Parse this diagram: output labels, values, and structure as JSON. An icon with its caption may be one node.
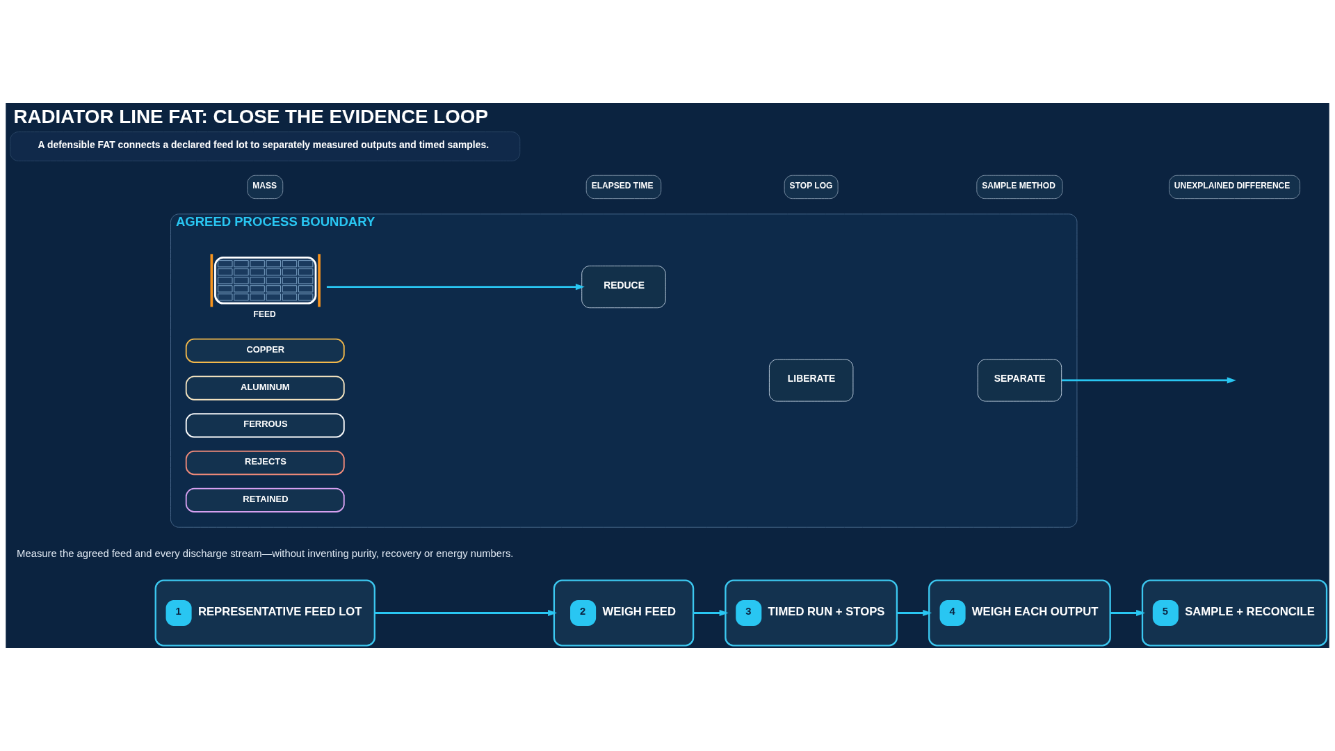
{
  "diagram": {
    "title": "RADIATOR LINE FAT: CLOSE THE EVIDENCE LOOP",
    "nodes": [
      {
        "text": [
          "1",
          "REPRESENTATIVE FEED LOT"
        ]
      },
      {
        "text": [
          "2",
          "WEIGH FEED"
        ]
      },
      {
        "text": [
          "3",
          "TIMED RUN + STOPS"
        ]
      },
      {
        "text": [
          "4",
          "WEIGH EACH OUTPUT"
        ]
      },
      {
        "text": [
          "5",
          "SAMPLE + RECONCILE"
        ]
      },
      {
        "text": [
          "AGREED PROCESS BOUNDARY"
        ]
      },
      {
        "text": [],
        "shape": "picture",
        "beside": [
          "FEED"
        ],
        "in": 5
      },
      {
        "text": [
          "REDUCE"
        ],
        "in": 5
      },
      {
        "text": [
          "LIBERATE"
        ],
        "in": 5
      },
      {
        "text": [
          "SEPARATE"
        ],
        "in": 5
      },
      {
        "text": [
          "COPPER"
        ],
        "in": 5
      },
      {
        "text": [
          "ALUMINUM"
        ],
        "in": 5
      },
      {
        "text": [
          "FERROUS"
        ],
        "in": 5
      },
      {
        "text": [
          "REJECTS"
        ],
        "in": 5
      },
      {
        "text": [
          "RETAINED"
        ],
        "in": 5
      },
      {
        "text": [
          "MASS"
        ]
      },
      {
        "text": [
          "ELAPSED TIME"
        ]
      },
      {
        "text": [
          "STOP LOG"
        ]
      },
      {
        "text": [
          "SAMPLE METHOD"
        ]
      },
      {
        "text": [
          "UNEXPLAINED DIFFERENCE"
        ]
      },
      {
        "text": [
          "A defensible FAT connects a declared feed lot to separately measured outputs and timed samples."
        ]
      }
    ],
    "edges": [
      {
        "from": 0,
        "to": 1,
        "arrow": "to"
      },
      {
        "from": 1,
        "to": 2,
        "arrow": "to"
      },
      {
        "from": 2,
        "to": 3,
        "arrow": "to"
      },
      {
        "from": 3,
        "to": 4,
        "arrow": "to"
      },
      {
        "from": 6,
        "to": 7,
        "arrow": "to"
      },
      {
        "from": 9,
        "to": null,
        "arrow": "to"
      }
    ],
    "labels": [
      "Measure the agreed feed and every discharge stream—without inventing purity, recovery or energy numbers."
    ]
  }
}
